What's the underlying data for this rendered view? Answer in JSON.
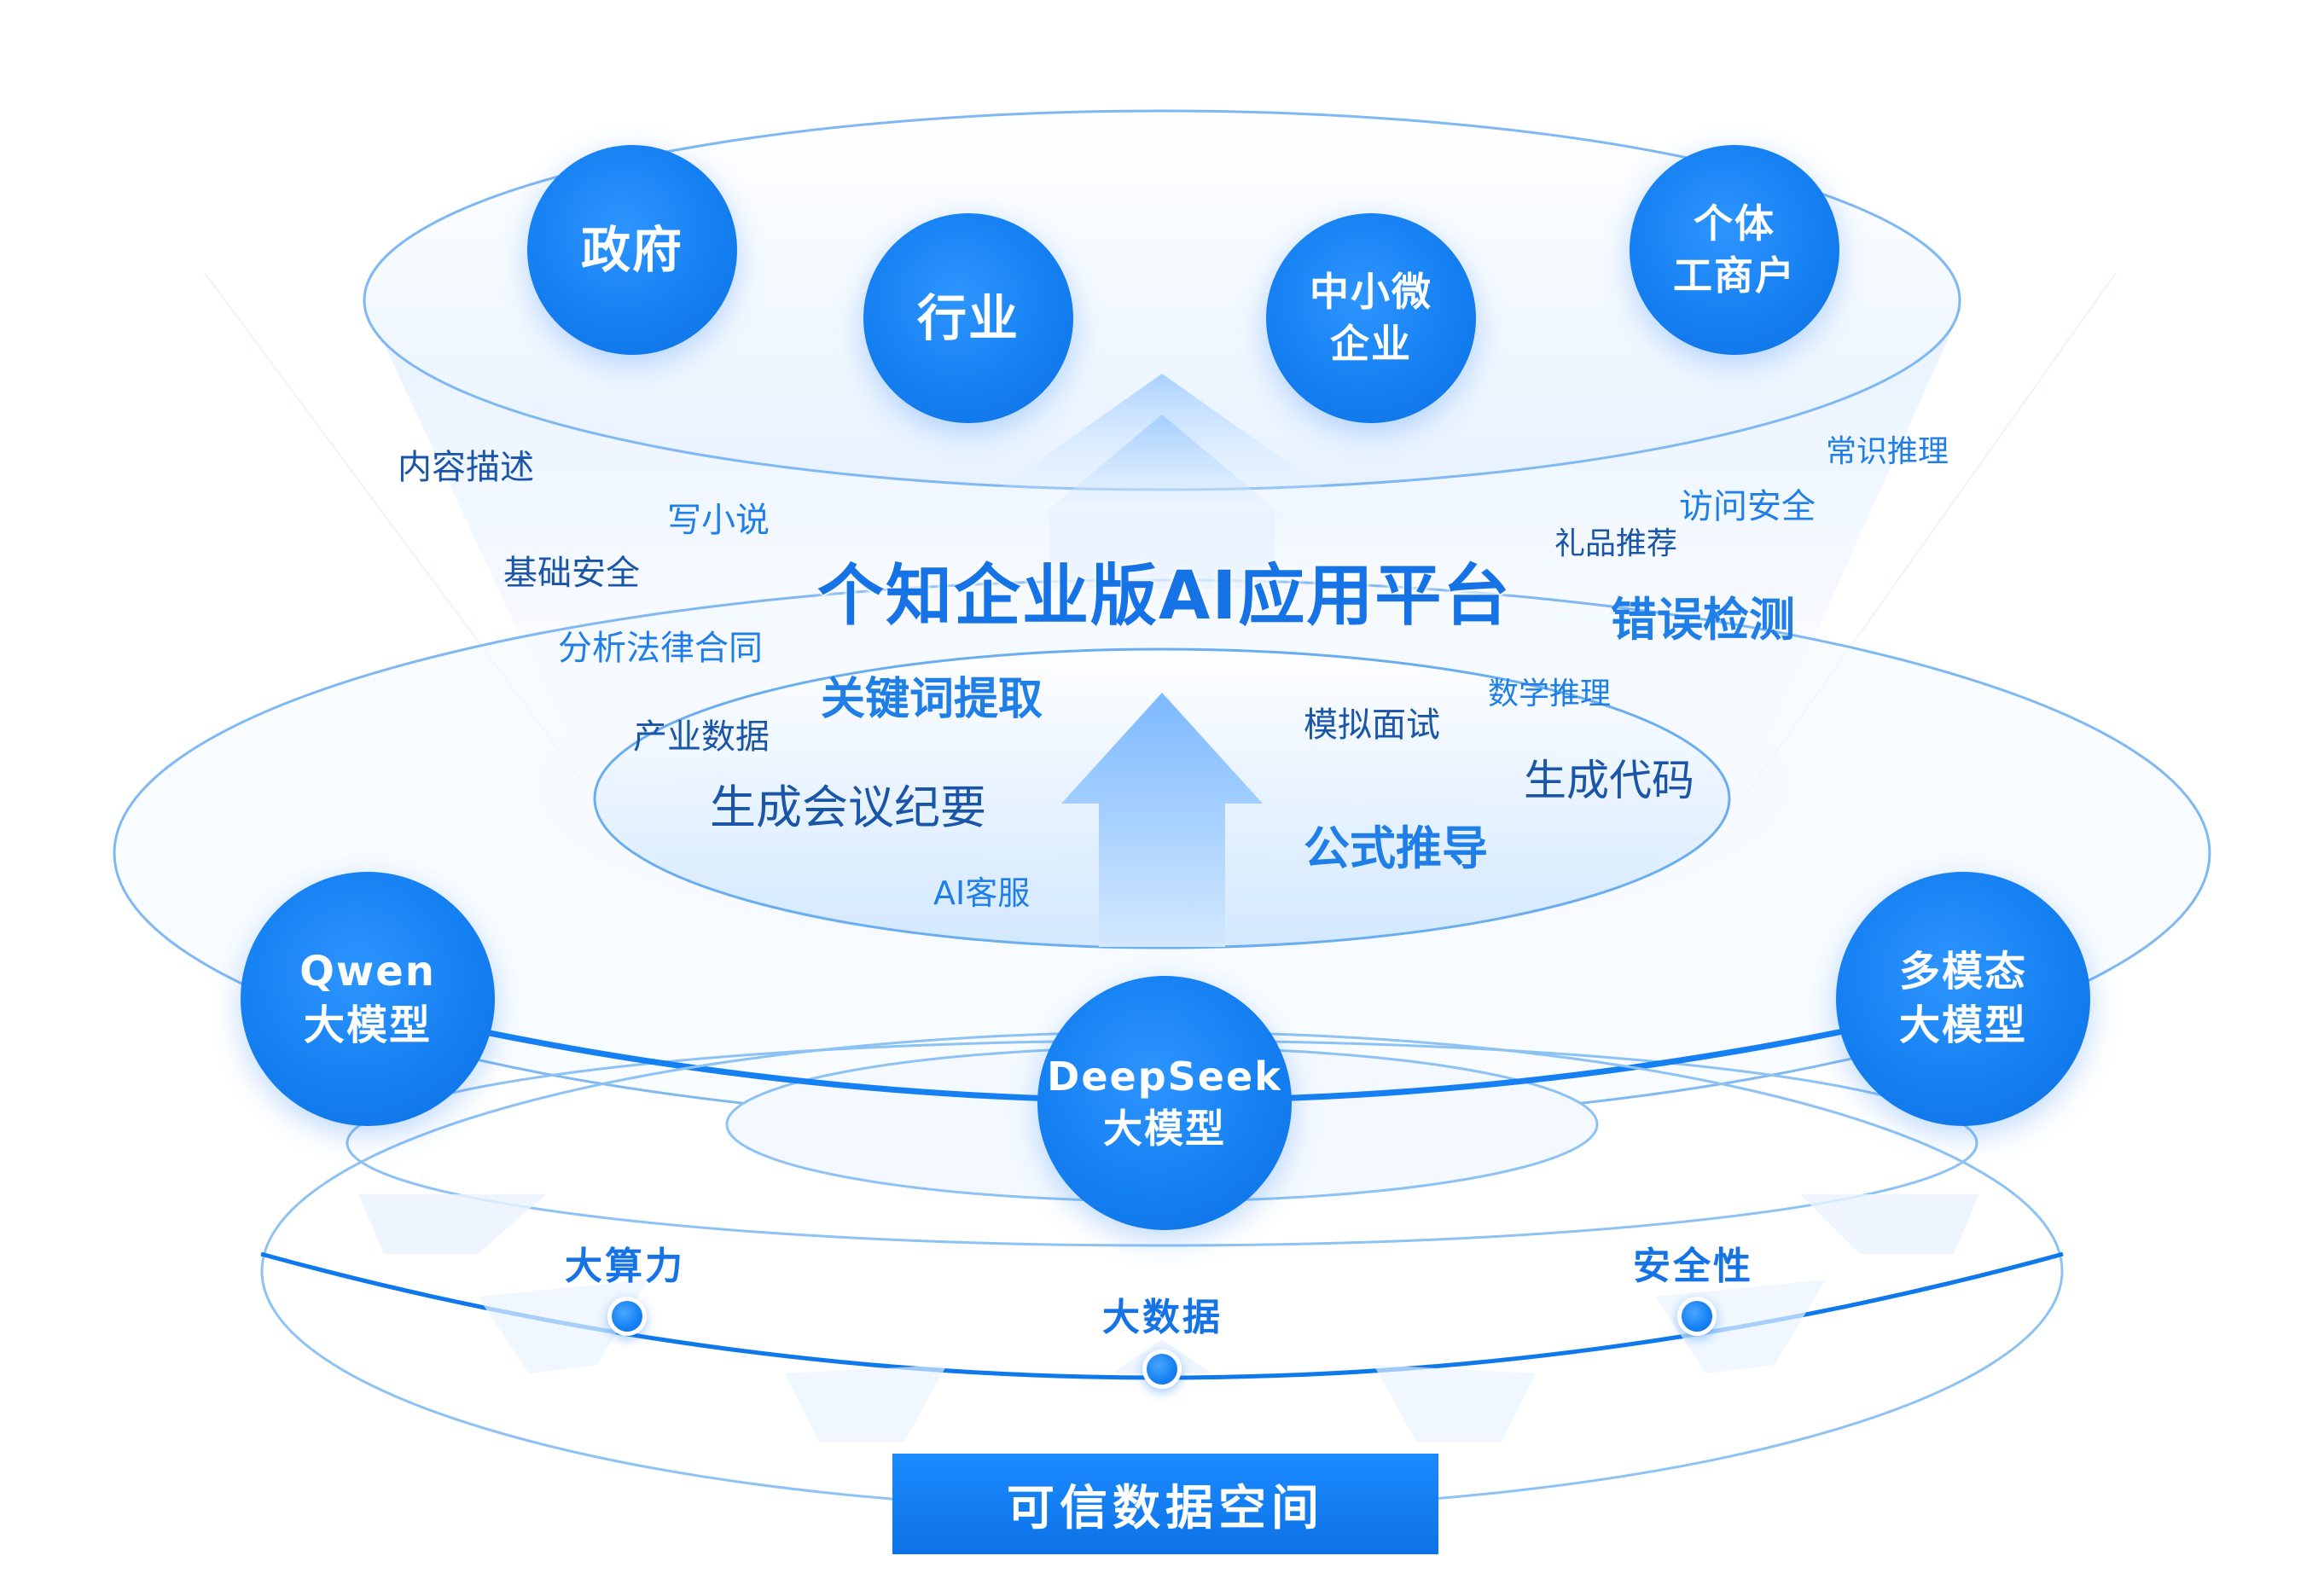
{
  "title": "个知企业版AI应用平台",
  "audiences": [
    {
      "line1": "政府",
      "line2": ""
    },
    {
      "line1": "行业",
      "line2": ""
    },
    {
      "line1": "中小微",
      "line2": "企业"
    },
    {
      "line1": "个体",
      "line2": "工商户"
    }
  ],
  "capabilities": {
    "content_description": "内容描述",
    "write_novel": "写小说",
    "basic_security": "基础安全",
    "analyze_contracts": "分析法律合同",
    "keyword_extraction": "关键词提取",
    "industry_data": "产业数据",
    "meeting_minutes": "生成会议纪要",
    "ai_customer_service": "AI客服",
    "common_sense_reasoning": "常识推理",
    "access_security": "访问安全",
    "gift_recommendation": "礼品推荐",
    "error_detection": "错误检测",
    "mock_interview": "模拟面试",
    "math_reasoning": "数学推理",
    "generate_code": "生成代码",
    "formula_derivation": "公式推导"
  },
  "models": [
    {
      "line1": "Qwen",
      "line2": "大模型"
    },
    {
      "line1": "DeepSeek",
      "line2": "大模型"
    },
    {
      "line1": "多模态",
      "line2": "大模型"
    }
  ],
  "foundations": {
    "compute": "大算力",
    "big_data": "大数据",
    "security": "安全性"
  },
  "banner": "可信数据空间",
  "colors": {
    "primary_blue": "#1580f2",
    "dark_blue_text": "#1a55a8",
    "light_blue": "#cfe6ff"
  }
}
